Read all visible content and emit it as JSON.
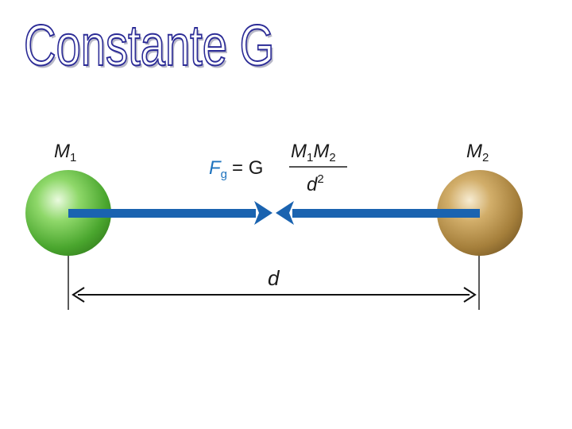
{
  "title": "Constante G",
  "mass_left": {
    "symbol": "M",
    "subscript": "1"
  },
  "mass_right": {
    "symbol": "M",
    "subscript": "2"
  },
  "equation": {
    "force_symbol": "F",
    "force_subscript": "g",
    "equals_g": "= G",
    "numerator_m1": "M",
    "numerator_s1": "1",
    "numerator_m2": "M",
    "numerator_s2": "2",
    "denominator": "d",
    "denominator_exp": "2"
  },
  "distance_label": "d",
  "colors": {
    "title_outline": "#2b2b96",
    "force_arrow": "#1a63b0",
    "force_symbol": "#1e73be",
    "sphere_left": "#6cc64a",
    "sphere_right": "#b8924a"
  }
}
